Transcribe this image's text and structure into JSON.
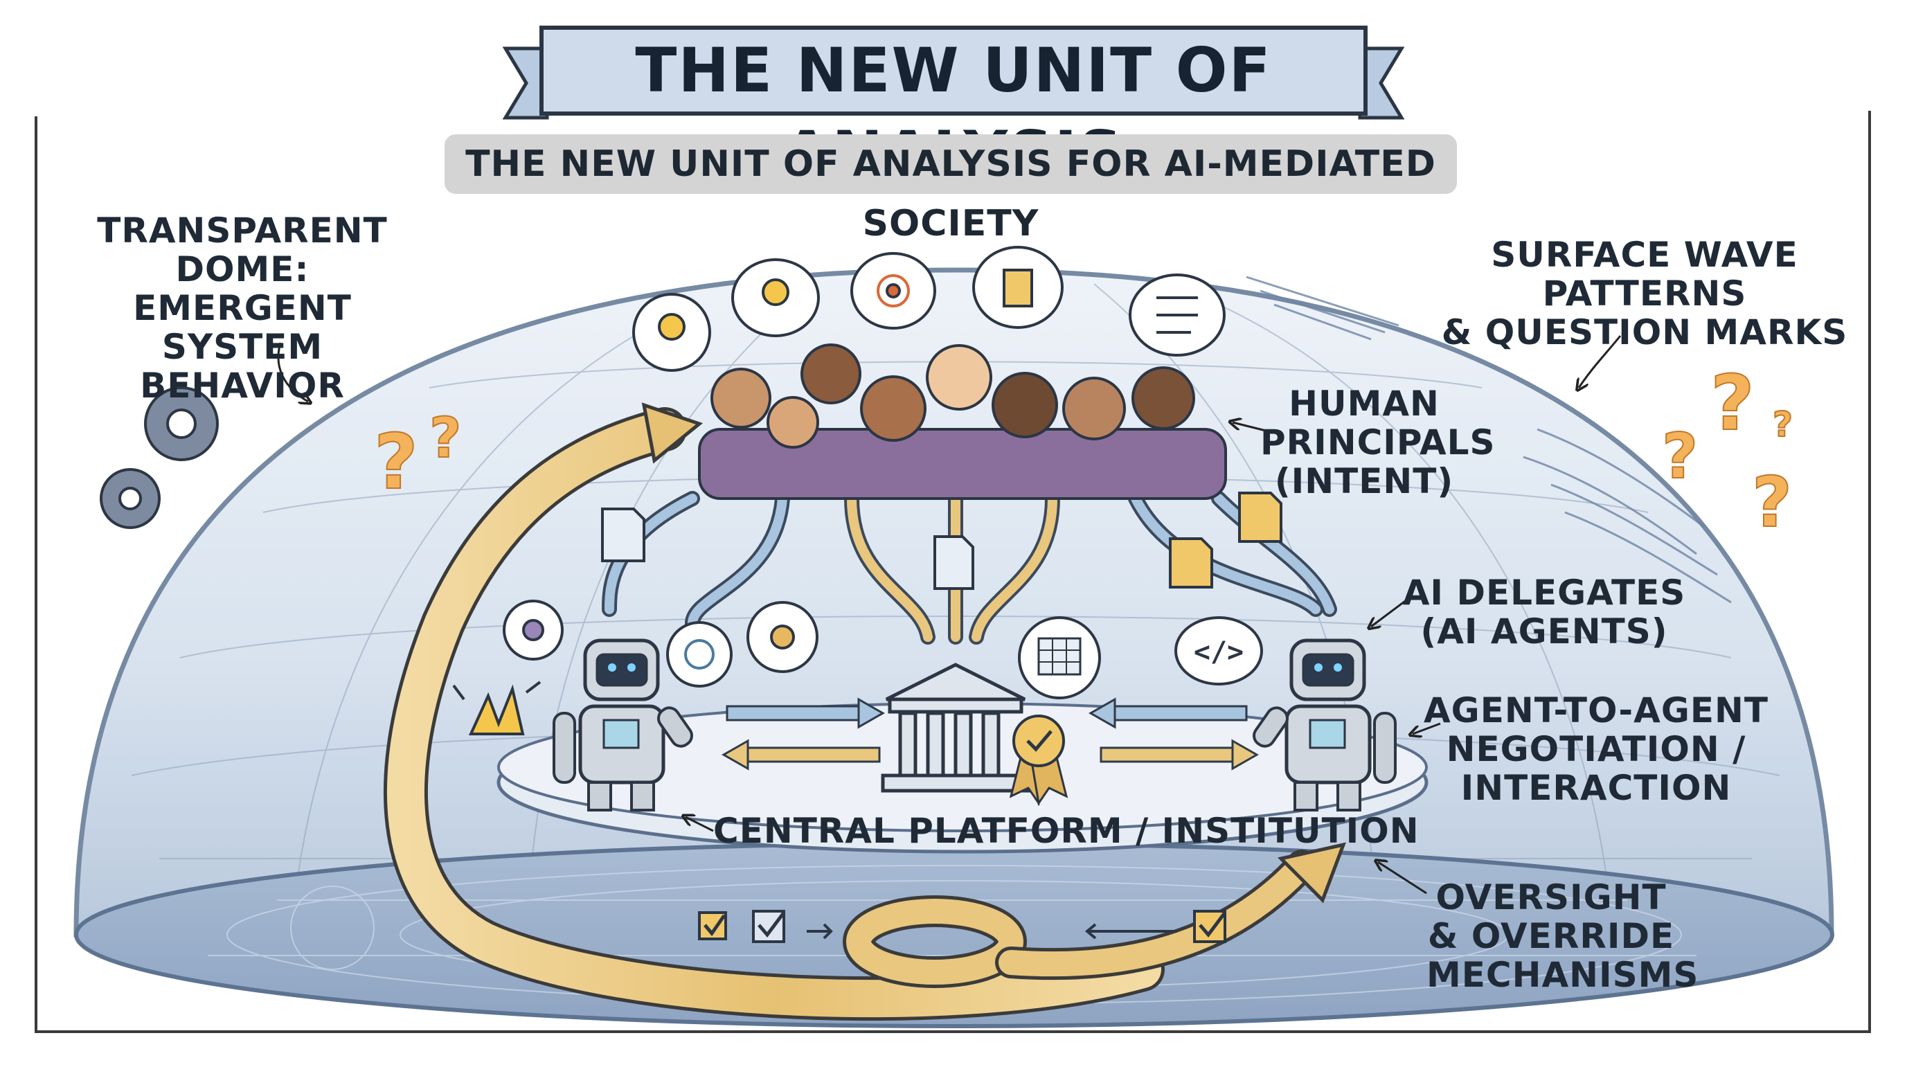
{
  "title": "THE NEW UNIT OF ANALYSIS",
  "subtitle": "THE NEW UNIT OF ANALYSIS FOR AI-MEDIATED SOCIETY",
  "labels": {
    "dome": "TRANSPARENT DOME:\nEMERGENT SYSTEM\nBEHAVIOR",
    "waves": "SURFACE WAVE PATTERNS\n& QUESTION MARKS",
    "humans": "HUMAN\nPRINCIPALS\n(INTENT)",
    "ai": "AI DELEGATES\n(AI AGENTS)",
    "negotiation": "AGENT-TO-AGENT\nNEGOTIATION /\nINTERACTION",
    "platform": "CENTRAL PLATFORM / INSTITUTION",
    "oversight": "OVERSIGHT\n& OVERRIDE\nMECHANISMS"
  },
  "colors": {
    "dome": "#cdd9e8",
    "dome_edge": "#7a8ea8",
    "platform_floor": "#9fb2cc",
    "gold_arrow": "#e9c77e",
    "blue_arrow": "#a8c4df",
    "question_mark": "#f0a640",
    "banner": "#cfdbeb",
    "subtitle_bg": "#d4d4d4",
    "robot": "#c9d0d8"
  },
  "icons": [
    "lightbulb-icon",
    "target-icon",
    "clipboard-icon",
    "checklist-icon",
    "document-icon",
    "gear-icon",
    "code-icon",
    "spreadsheet-icon",
    "network-icon",
    "award-badge-icon",
    "checkbox-icon",
    "institution-building-icon",
    "robot-icon",
    "question-mark-icon",
    "spark-icon"
  ]
}
